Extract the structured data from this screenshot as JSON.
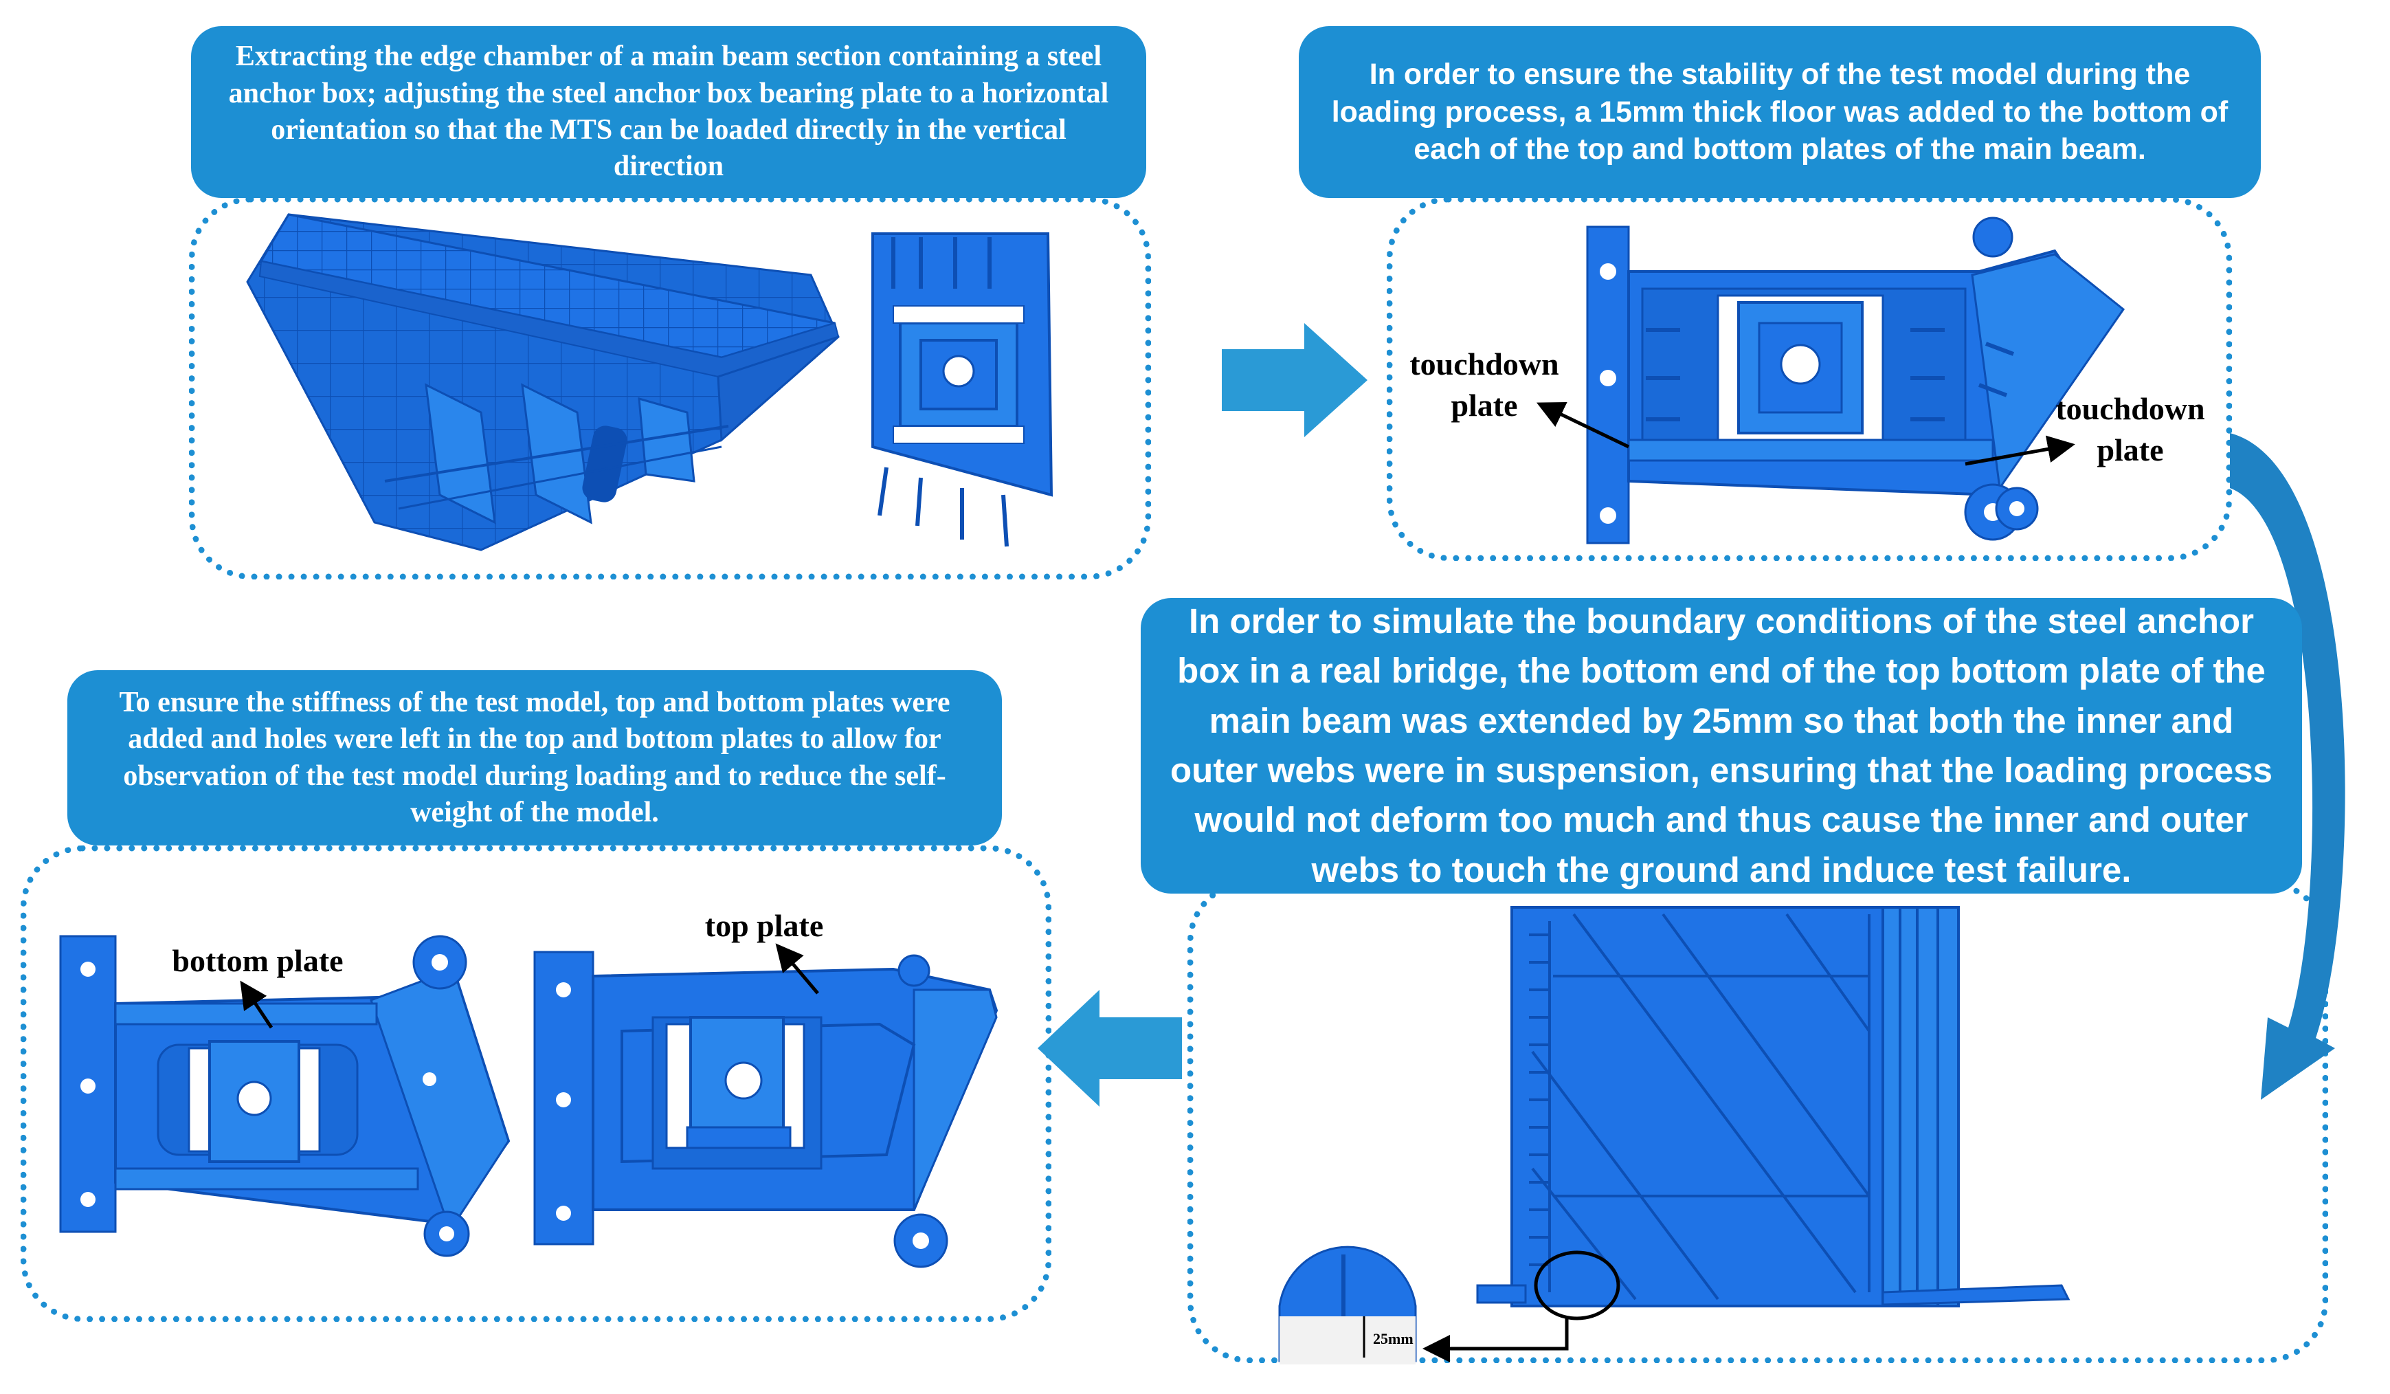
{
  "panels": {
    "p1": {
      "caption": "Extracting the edge chamber of a main beam section containing a steel anchor box; adjusting the steel anchor box bearing plate to a horizontal orientation so that the MTS can be loaded directly in the vertical direction"
    },
    "p2": {
      "caption": "In order to ensure the stability of the test model during the loading process, a 15mm thick floor was added to the bottom of each of the top and bottom plates of the main beam.",
      "label_left": "touchdown plate",
      "label_right": "touchdown plate"
    },
    "p3": {
      "caption": "In order to simulate the boundary conditions of the steel anchor box in a real bridge, the bottom end of the top bottom plate of the main beam was extended by 25mm so that both the inner and outer webs were in suspension, ensuring that the loading process would not deform too much and thus cause the inner and outer webs to touch the ground and induce test failure.",
      "dimension": "25mm"
    },
    "p4": {
      "caption": "To ensure the stiffness of the test model, top and bottom plates were added and holes were left in the top and bottom plates to allow for observation of the test model during loading and to reduce the self-weight of the model.",
      "label_bottom": "bottom plate",
      "label_top": "top plate"
    }
  },
  "colors": {
    "callout_fill": "#1d8fd3",
    "frame": "#1d8fd3",
    "model_blue": "#1f73e6",
    "model_dark": "#0d4fb4",
    "arrow": "#2a9ad6"
  }
}
